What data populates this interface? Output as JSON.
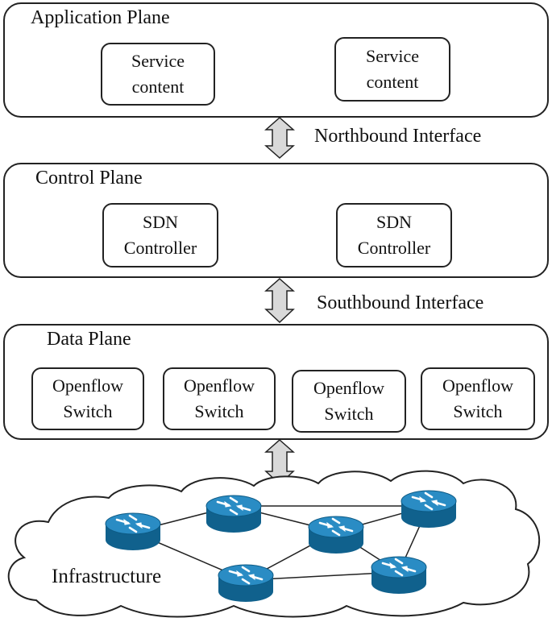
{
  "application_plane": {
    "title": "Application Plane",
    "boxes": [
      {
        "label": "Service\ncontent"
      },
      {
        "label": "Service\ncontent"
      }
    ]
  },
  "northbound": {
    "label": "Northbound Interface"
  },
  "control_plane": {
    "title": "Control Plane",
    "boxes": [
      {
        "label": "SDN\nController"
      },
      {
        "label": "SDN\nController"
      }
    ]
  },
  "southbound": {
    "label": "Southbound Interface"
  },
  "data_plane": {
    "title": "Data Plane",
    "boxes": [
      {
        "label": "Openflow\nSwitch"
      },
      {
        "label": "Openflow\nSwitch"
      },
      {
        "label": "Openflow\nSwitch"
      },
      {
        "label": "Openflow\nSwitch"
      }
    ]
  },
  "infrastructure": {
    "label": "Infrastructure"
  },
  "colors": {
    "router_fill": "#1e7fb2",
    "router_dark": "#10618d",
    "arrow_fill": "#d9d9d9",
    "outline": "#222222"
  }
}
